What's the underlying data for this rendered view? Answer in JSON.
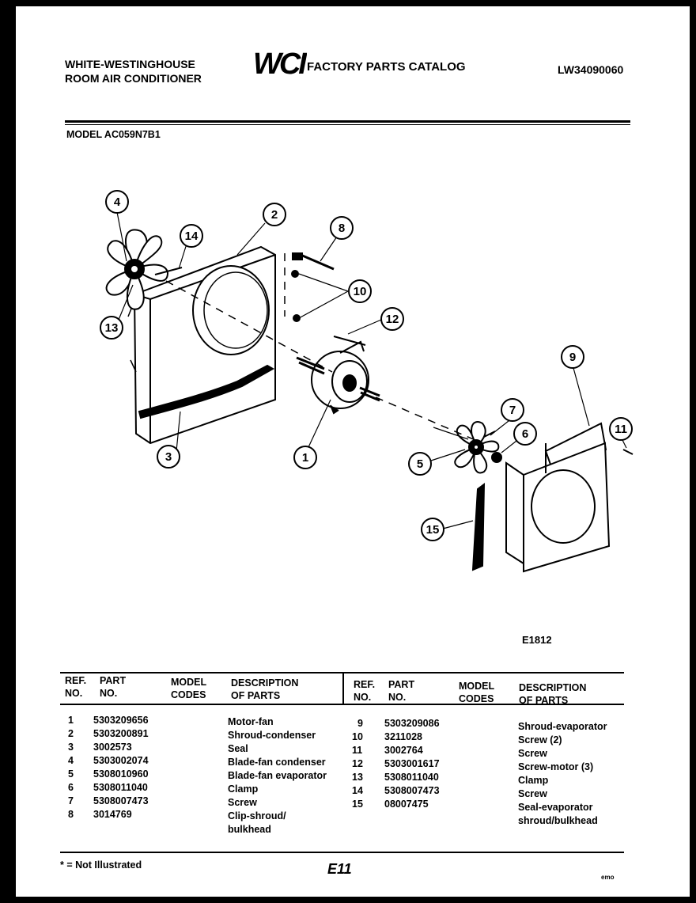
{
  "header": {
    "brand_line1": "WHITE-WESTINGHOUSE",
    "brand_line2": "ROOM AIR CONDITIONER",
    "logo_text": "WCI",
    "catalog_title": "FACTORY PARTS CATALOG",
    "catalog_number": "LW34090060",
    "model": "MODEL AC059N7B1"
  },
  "diagram": {
    "callouts": [
      "1",
      "2",
      "3",
      "4",
      "5",
      "6",
      "7",
      "8",
      "9",
      "10",
      "11",
      "12",
      "13",
      "14",
      "15"
    ],
    "figure_code": "E1812"
  },
  "table": {
    "left_headers": {
      "ref": "REF.\nNO.",
      "part": "PART\nNO.",
      "codes": "MODEL\nCODES",
      "desc": "DESCRIPTION\nOF PARTS"
    },
    "right_headers": {
      "ref": "REF.\nNO.",
      "part": "PART\nNO.",
      "codes": "MODEL\nCODES",
      "desc": "DESCRIPTION\nOF PARTS"
    },
    "left_rows": [
      {
        "ref": "1",
        "part": "5303209656",
        "desc": "Motor-fan"
      },
      {
        "ref": "2",
        "part": "5303200891",
        "desc": "Shroud-condenser"
      },
      {
        "ref": "3",
        "part": "3002573",
        "desc": "Seal"
      },
      {
        "ref": "4",
        "part": "5303002074",
        "desc": "Blade-fan condenser"
      },
      {
        "ref": "5",
        "part": "5308010960",
        "desc": "Blade-fan evaporator"
      },
      {
        "ref": "6",
        "part": "5308011040",
        "desc": "Clamp"
      },
      {
        "ref": "7",
        "part": "5308007473",
        "desc": "Screw"
      },
      {
        "ref": "8",
        "part": "3014769",
        "desc": "Clip-shroud/\nbulkhead"
      }
    ],
    "right_rows": [
      {
        "ref": "9",
        "part": "5303209086",
        "desc": "Shroud-evaporator"
      },
      {
        "ref": "10",
        "part": "3211028",
        "desc": "Screw (2)"
      },
      {
        "ref": "11",
        "part": "3002764",
        "desc": "Screw"
      },
      {
        "ref": "12",
        "part": "5303001617",
        "desc": "Screw-motor (3)"
      },
      {
        "ref": "13",
        "part": "5308011040",
        "desc": "Clamp"
      },
      {
        "ref": "14",
        "part": "5308007473",
        "desc": "Screw"
      },
      {
        "ref": "15",
        "part": "08007475",
        "desc": "Seal-evaporator\nshroud/bulkhead"
      }
    ]
  },
  "footer": {
    "note": "* = Not Illustrated",
    "page": "E11",
    "tiny": "emo"
  }
}
